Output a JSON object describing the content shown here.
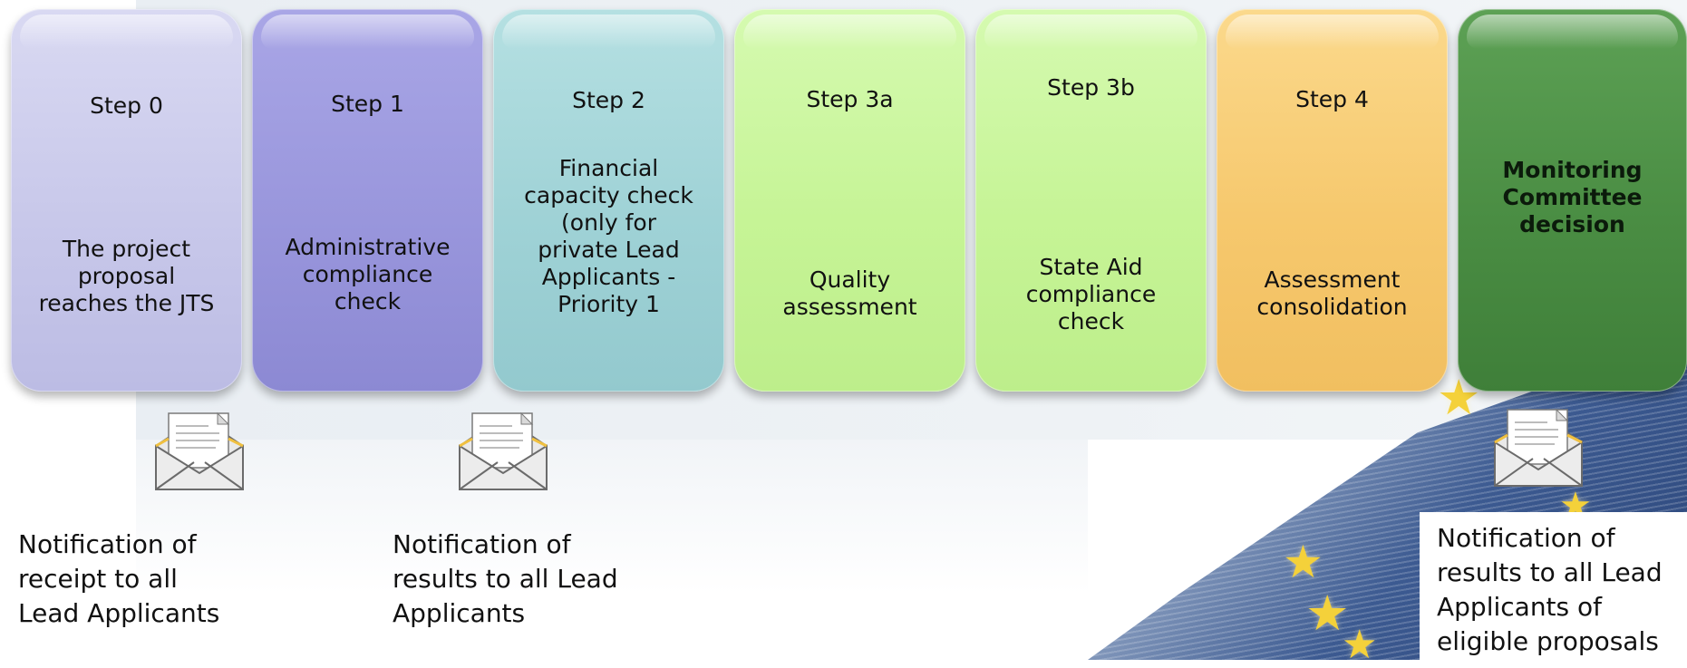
{
  "steps": [
    {
      "title": "Step 0",
      "description_lines": [
        "The project",
        "proposal",
        "reaches the JTS"
      ]
    },
    {
      "title": "Step 1",
      "description_lines": [
        "Administrative",
        "compliance",
        "check"
      ]
    },
    {
      "title": "Step 2",
      "description_lines": [
        "Financial",
        "capacity check",
        "(only for",
        "private Lead",
        "Applicants  -",
        "Priority 1"
      ]
    },
    {
      "title": "Step 3a",
      "description_lines": [
        "Quality",
        "assessment"
      ]
    },
    {
      "title": "Step 3b",
      "description_lines": [
        "State Aid",
        "compliance",
        "check"
      ]
    },
    {
      "title": "Step 4",
      "description_lines": [
        "Assessment",
        "consolidation"
      ]
    },
    {
      "title": "",
      "description_lines": [
        "Monitoring",
        "Committee",
        "decision"
      ]
    }
  ],
  "notifications": [
    {
      "lines": [
        "Notification of",
        "receipt to all",
        "Lead Applicants"
      ],
      "icon": "envelope-icon"
    },
    {
      "lines": [
        "Notification of",
        "results to all Lead",
        "Applicants"
      ],
      "icon": "envelope-icon"
    },
    {
      "lines": [
        "Notification of",
        "results to all Lead",
        "Applicants of",
        "eligible proposals"
      ],
      "icon": "envelope-icon"
    }
  ],
  "colors": {
    "step0": "#c8c8ea",
    "step1": "#9996dc",
    "step2": "#9fd2d6",
    "step3": "#c6f496",
    "step4": "#f6c86d",
    "committee": "#4a8d43"
  }
}
